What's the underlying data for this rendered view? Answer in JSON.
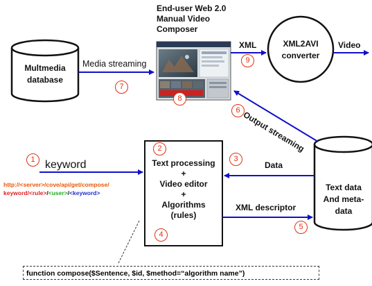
{
  "title": {
    "line1": "End-user Web 2.0",
    "line2": "Manual Video",
    "line3": "Composer"
  },
  "nodes": {
    "multimedia_db": {
      "line1": "Multmedia",
      "line2": "database"
    },
    "xml2avi": {
      "line1": "XML2AVI",
      "line2": "converter"
    },
    "processing": {
      "line1": "Text processing",
      "plus1": "+",
      "line2": "Video editor",
      "plus2": "+",
      "line3": "Algorithms",
      "line4": "(rules)"
    },
    "text_data": {
      "line1": "Text data",
      "line2": "And meta-",
      "line3": "data"
    }
  },
  "labels": {
    "media_streaming": "Media streaming",
    "xml": "XML",
    "video": "Video",
    "output_streaming": "Output streaming",
    "keyword": "keyword",
    "data": "Data",
    "xml_descriptor": "XML descriptor"
  },
  "steps": [
    "1",
    "2",
    "3",
    "4",
    "5",
    "6",
    "7",
    "8",
    "9"
  ],
  "url": {
    "part1": "http://<server>/cove/api/get/compose/",
    "part2": "keyword/",
    "part3": "<rule>",
    "part4": "/",
    "part5": "<user>",
    "part6": "/",
    "part7": "<keyword>"
  },
  "code": "function compose($Sentence, $id, $method=“algorithm name”)",
  "colors": {
    "arrow": "#1010c8",
    "step": "#e03010",
    "url_orange": "#ee5500",
    "url_red": "#dd2222",
    "url_green": "#22aa22",
    "url_blue": "#2233cc"
  }
}
